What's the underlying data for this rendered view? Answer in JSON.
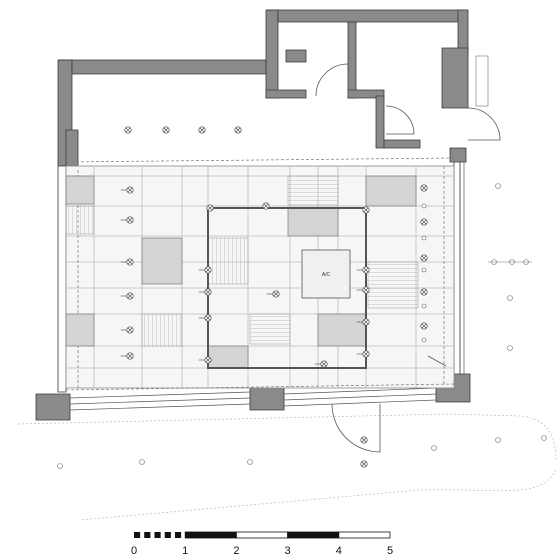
{
  "drawing": {
    "unit_label": "A/C",
    "scale_bar": {
      "labels": [
        "0",
        "1",
        "2",
        "3",
        "4",
        "5"
      ]
    }
  },
  "colors": {
    "wall": "#8a8a8a",
    "wall_stroke": "#3a3a3a",
    "ceiling_panel": "#d4d4d4",
    "grid_line": "#bdbdbd",
    "line": "#555555"
  },
  "icons": [
    "light-fixture-icon",
    "wall-sconce-icon",
    "tree-marker-icon",
    "door-swing-icon"
  ]
}
